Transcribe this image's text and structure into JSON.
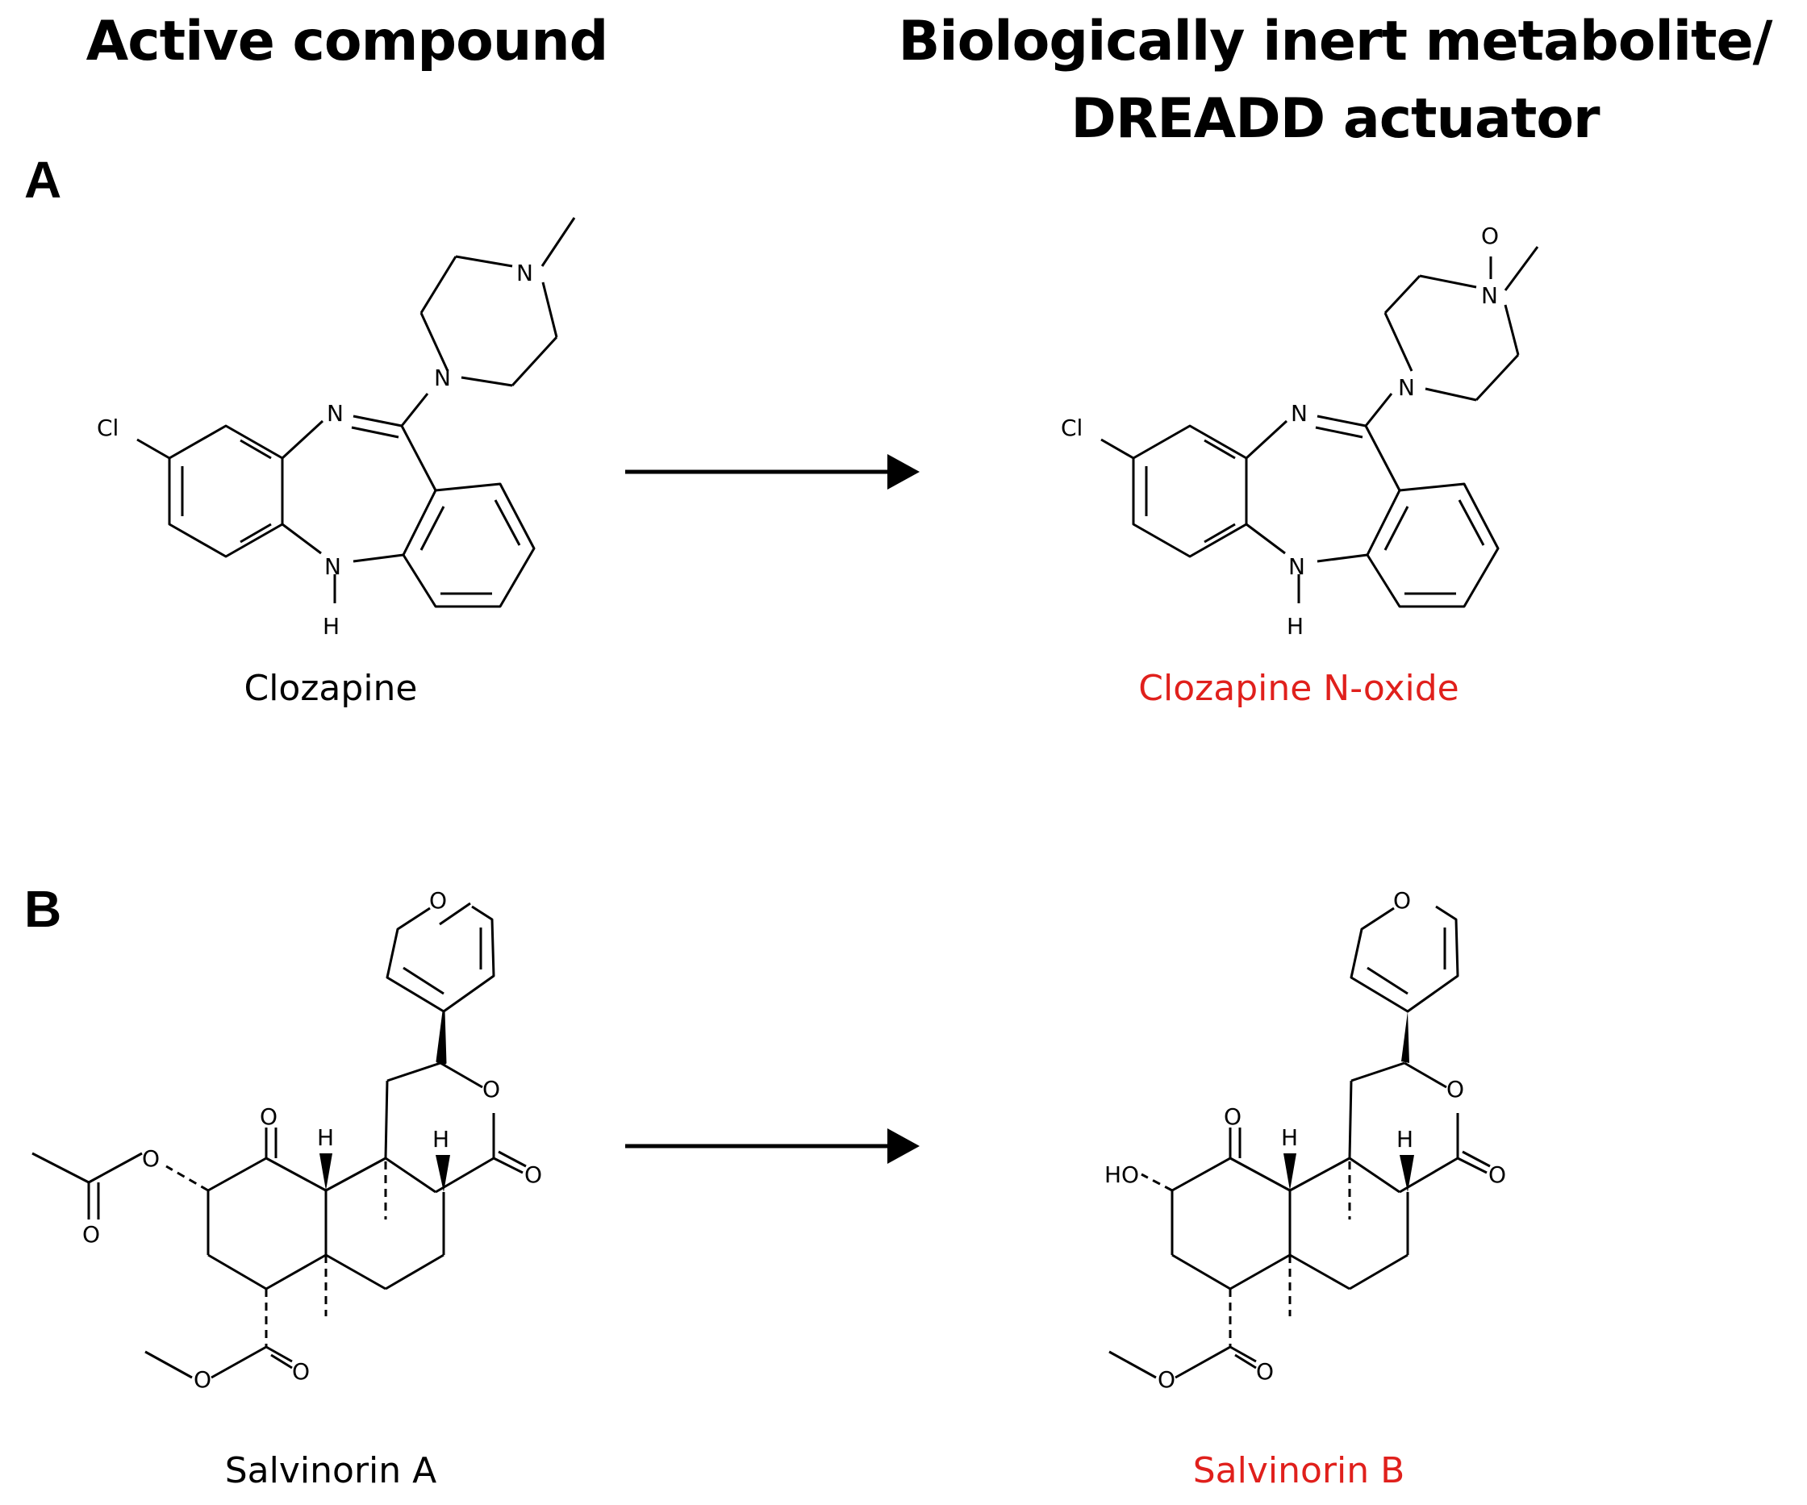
{
  "headers": {
    "left": "Active compound",
    "right_line1": "Biologically inert metabolite/",
    "right_line2": "DREADD actuator"
  },
  "panels": {
    "a": {
      "letter": "A",
      "left_name": "Clozapine",
      "right_name": "Clozapine N-oxide"
    },
    "b": {
      "letter": "B",
      "left_name": "Salvinorin A",
      "right_name": "Salvinorin B"
    }
  },
  "atoms": {
    "n": "N",
    "h": "H",
    "cl": "Cl",
    "o": "O",
    "ho": "HO"
  },
  "colors": {
    "highlight": "#e0201c",
    "ink": "#000000"
  }
}
